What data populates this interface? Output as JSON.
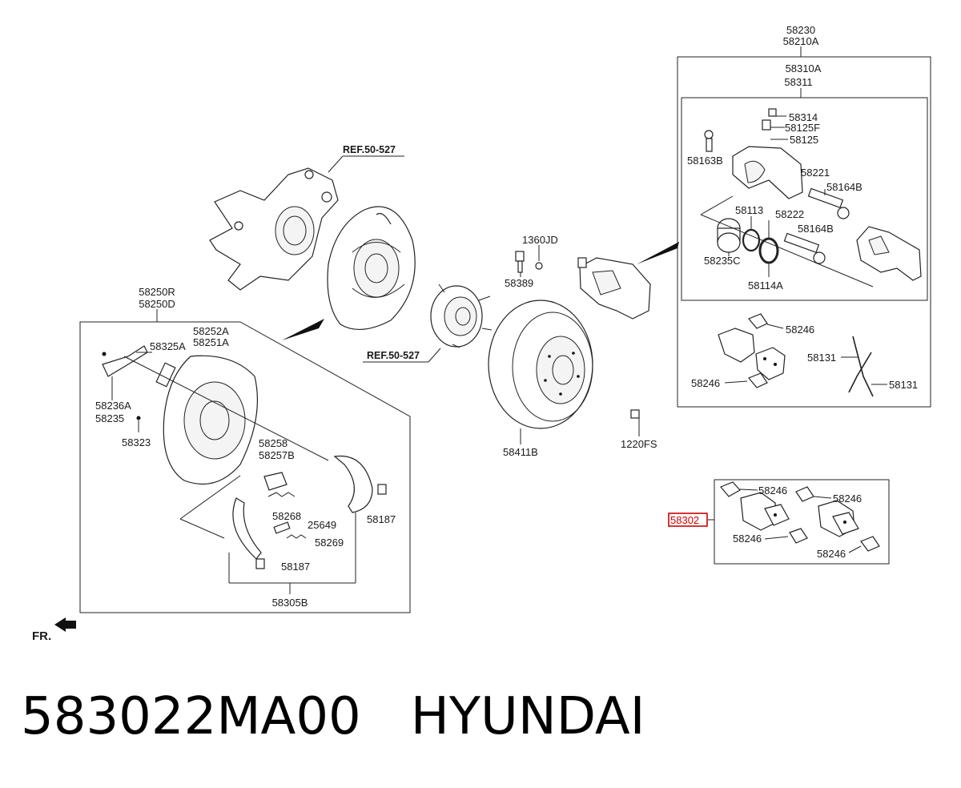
{
  "footer": {
    "part_number": "583022MA00",
    "brand": "HYUNDAI"
  },
  "highlight_color": "#d40000",
  "direction_label": "FR.",
  "refs": {
    "ref1": "REF.50-527",
    "ref2": "REF.50-527"
  },
  "labels": {
    "l58230": "58230",
    "l58210A": "58210A",
    "l58310A": "58310A",
    "l58311": "58311",
    "l58314": "58314",
    "l58125F": "58125F",
    "l58125": "58125",
    "l58163B": "58163B",
    "l58221": "58221",
    "l58164B_1": "58164B",
    "l58113": "58113",
    "l58222": "58222",
    "l58164B_2": "58164B",
    "l58235C": "58235C",
    "l58114A": "58114A",
    "l58246_1": "58246",
    "l58131_1": "58131",
    "l58246_2": "58246",
    "l58131_2": "58131",
    "l1360JD": "1360JD",
    "l58389": "58389",
    "l58411B": "58411B",
    "l1220FS": "1220FS",
    "l58250R": "58250R",
    "l58250D": "58250D",
    "l58252A": "58252A",
    "l58251A": "58251A",
    "l58325A": "58325A",
    "l58236A": "58236A",
    "l58235": "58235",
    "l58323": "58323",
    "l58258": "58258",
    "l58257B": "58257B",
    "l58268": "58268",
    "l25649": "25649",
    "l58269": "58269",
    "l58187_1": "58187",
    "l58187_2": "58187",
    "l58305B": "58305B",
    "l58302": "58302",
    "l58246_3": "58246",
    "l58246_4": "58246",
    "l58246_5": "58246",
    "l58246_6": "58246"
  }
}
